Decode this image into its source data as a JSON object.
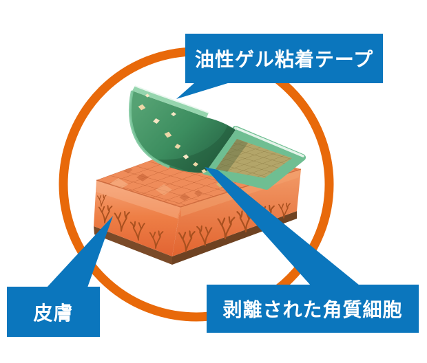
{
  "diagram": {
    "labels": {
      "tape": "油性ゲル粘着テープ",
      "skin": "皮膚",
      "cells": "剥離された角質細胞"
    },
    "colors": {
      "label_bg": "#0b76bd",
      "label_text": "#ffffff",
      "pointer": "#0b76bd",
      "ring": "#e8690a",
      "tape_green": "#3c8d5f",
      "tape_green_light": "#96d5ae",
      "tape_surface_khaki": "#b3a569",
      "skin_top": "#ef8c5a",
      "skin_front": "#ee7f46",
      "skin_vessels": "#a8501f",
      "skin_base": "#7a4a28"
    }
  }
}
